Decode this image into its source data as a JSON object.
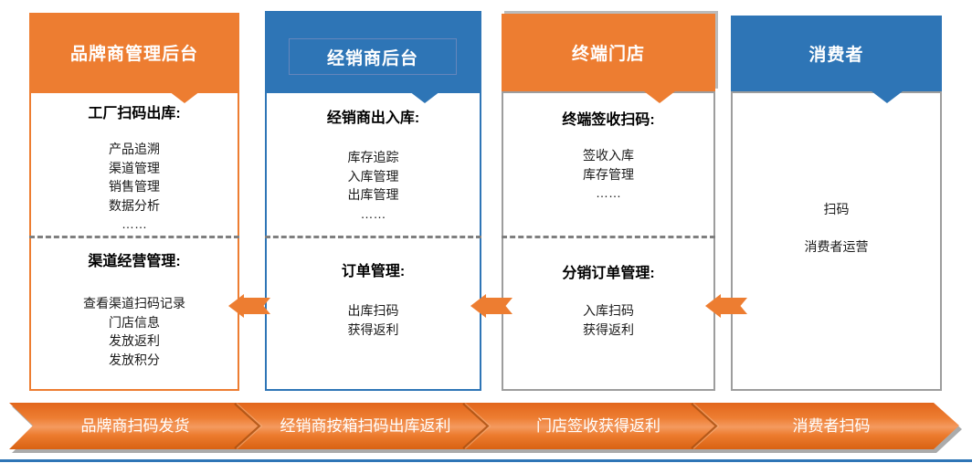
{
  "colors": {
    "orange_accent": "#ED7D31",
    "blue_accent": "#2E75B6",
    "gray_border": "#9D9D9D",
    "dashed_divider": "#7F7F7F"
  },
  "columns": [
    {
      "header": "品牌商管理后台",
      "top": {
        "title": "工厂扫码出库:",
        "items": [
          "产品追溯",
          "渠道管理",
          "销售管理",
          "数据分析",
          "……"
        ]
      },
      "bottom": {
        "title": "渠道经营管理:",
        "items": [
          "查看渠道扫码记录",
          "门店信息",
          "发放返利",
          "发放积分"
        ]
      }
    },
    {
      "header": "经销商后台",
      "top": {
        "title": "经销商出入库:",
        "items": [
          "库存追踪",
          "入库管理",
          "出库管理",
          "……"
        ]
      },
      "bottom": {
        "title": "订单管理:",
        "items": [
          "出库扫码",
          "获得返利"
        ]
      }
    },
    {
      "header": "终端门店",
      "top": {
        "title": "终端签收扫码:",
        "items": [
          "签收入库",
          "库存管理",
          "……"
        ]
      },
      "bottom": {
        "title": "分销订单管理:",
        "items": [
          "入库扫码",
          "获得返利"
        ]
      }
    },
    {
      "header": "消费者",
      "items": [
        "扫码",
        "消费者运营"
      ]
    }
  ],
  "bottom_bar": {
    "segments": [
      "品牌商扫码发货",
      "经销商按箱扫码出库返利",
      "门店签收获得返利",
      "消费者扫码"
    ]
  }
}
